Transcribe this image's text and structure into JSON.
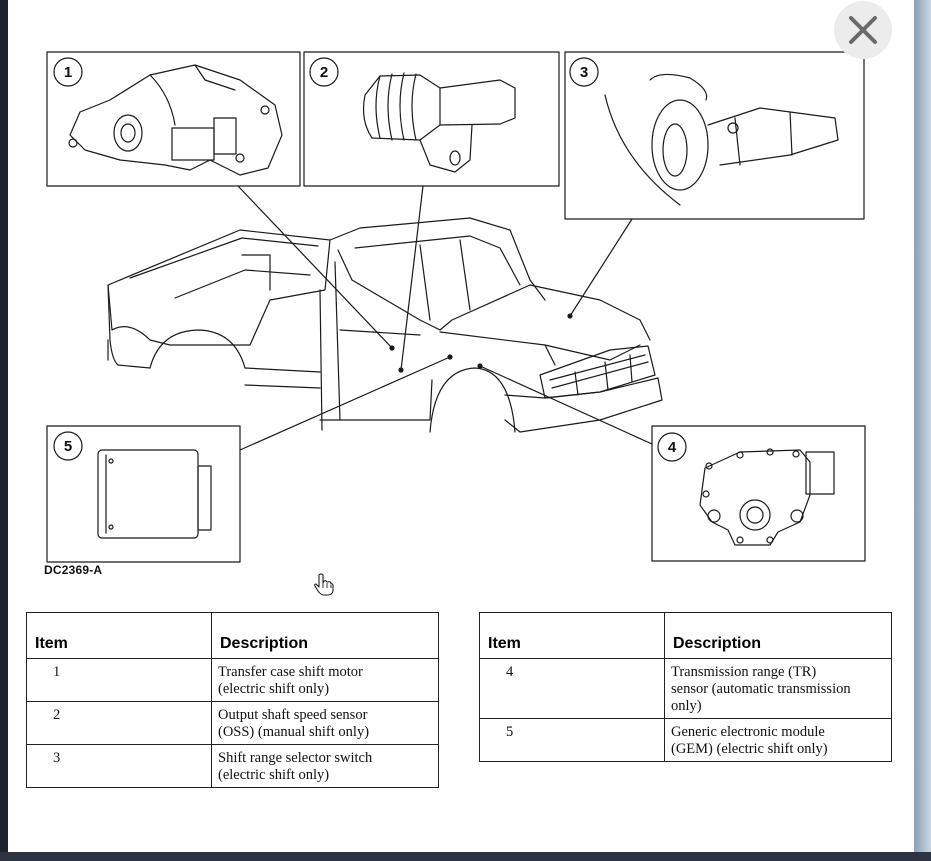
{
  "figure": {
    "code": "DC2369-A",
    "callouts": [
      "1",
      "2",
      "3",
      "4",
      "5"
    ]
  },
  "viewer": {
    "close_icon": "close-icon",
    "cursor_icon": "hand-pointer-icon"
  },
  "tables": [
    {
      "headers": [
        "Item",
        "Description"
      ],
      "rows": [
        {
          "item": "1",
          "lines": [
            "Transfer case shift motor",
            "(electric shift only)"
          ]
        },
        {
          "item": "2",
          "lines": [
            "Output shaft speed sensor",
            "(OSS) (manual shift only)"
          ]
        },
        {
          "item": "3",
          "lines": [
            "Shift range selector switch",
            "(electric shift only)"
          ]
        }
      ]
    },
    {
      "headers": [
        "Item",
        "Description"
      ],
      "rows": [
        {
          "item": "4",
          "lines": [
            "Transmission range (TR)",
            "sensor (automatic transmission",
            "only)"
          ]
        },
        {
          "item": "5",
          "lines": [
            "Generic electronic module",
            "(GEM) (electric shift only)"
          ]
        }
      ]
    }
  ]
}
